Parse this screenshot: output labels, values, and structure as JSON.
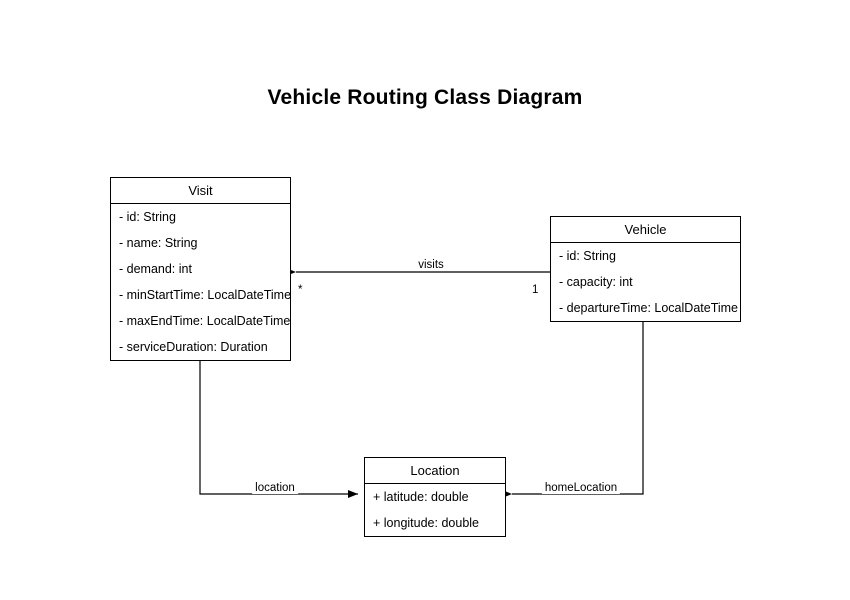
{
  "diagram": {
    "title": "Vehicle Routing Class Diagram",
    "classes": [
      {
        "id": "visit",
        "name": "Visit",
        "attributes": [
          "- id: String",
          "- name: String",
          "- demand: int",
          "- minStartTime: LocalDateTime",
          "- maxEndTime: LocalDateTime",
          "- serviceDuration: Duration"
        ]
      },
      {
        "id": "vehicle",
        "name": "Vehicle",
        "attributes": [
          "- id: String",
          "- capacity: int",
          "- departureTime: LocalDateTime"
        ]
      },
      {
        "id": "location",
        "name": "Location",
        "attributes": [
          "+ latitude: double",
          "+ longitude: double"
        ]
      }
    ],
    "edges": [
      {
        "id": "visits",
        "label": "visits",
        "from": "Vehicle",
        "to": "Visit",
        "source_multiplicity": "1",
        "target_multiplicity": "*"
      },
      {
        "id": "location",
        "label": "location",
        "from": "Visit",
        "to": "Location",
        "source_multiplicity": "",
        "target_multiplicity": ""
      },
      {
        "id": "homeLocation",
        "label": "homeLocation",
        "from": "Vehicle",
        "to": "Location",
        "source_multiplicity": "",
        "target_multiplicity": ""
      }
    ]
  },
  "colors": {
    "stroke": "#000000",
    "fill": "#ffffff",
    "text": "#000000"
  }
}
